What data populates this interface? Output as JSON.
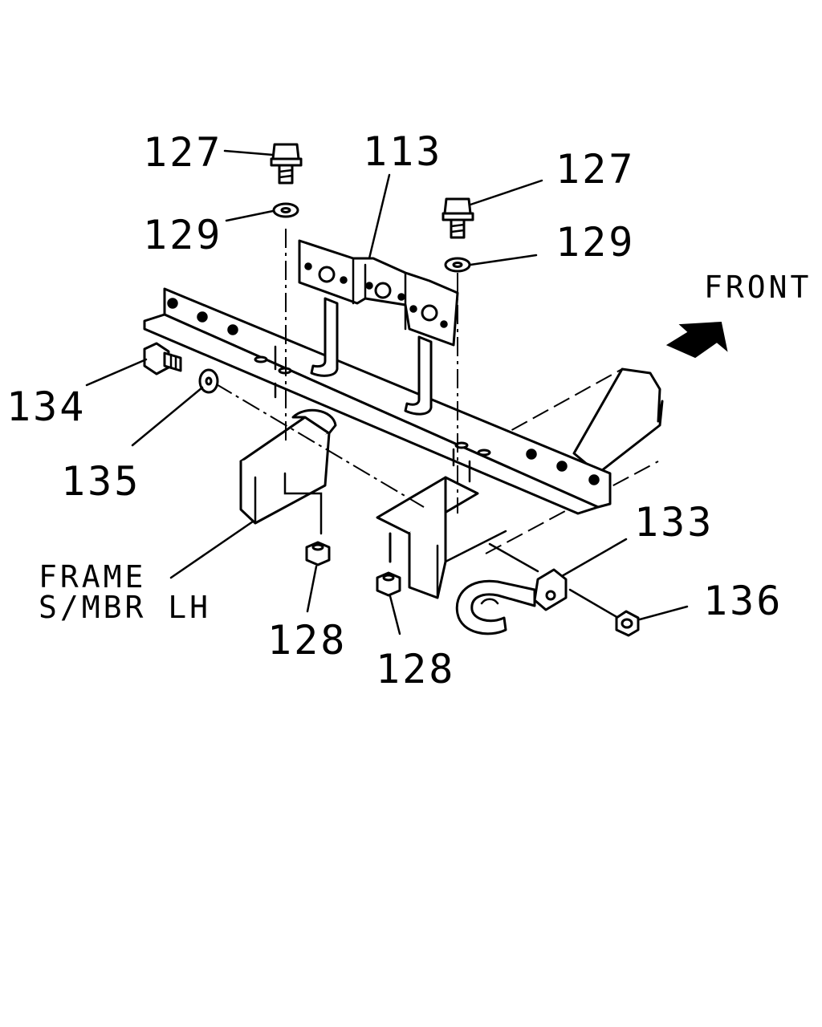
{
  "labels": {
    "p127a": "127",
    "p127b": "127",
    "p113": "113",
    "p129a": "129",
    "p129b": "129",
    "front": "FRONT",
    "p134": "134",
    "p135": "135",
    "p133": "133",
    "p136": "136",
    "p128a": "128",
    "p128b": "128",
    "frame1": "FRAME",
    "frame2": "S/MBR LH"
  },
  "icons": {
    "front_arrow": "arrow-up-right-icon"
  },
  "colors": {
    "ink": "#000000",
    "paper": "#ffffff"
  }
}
